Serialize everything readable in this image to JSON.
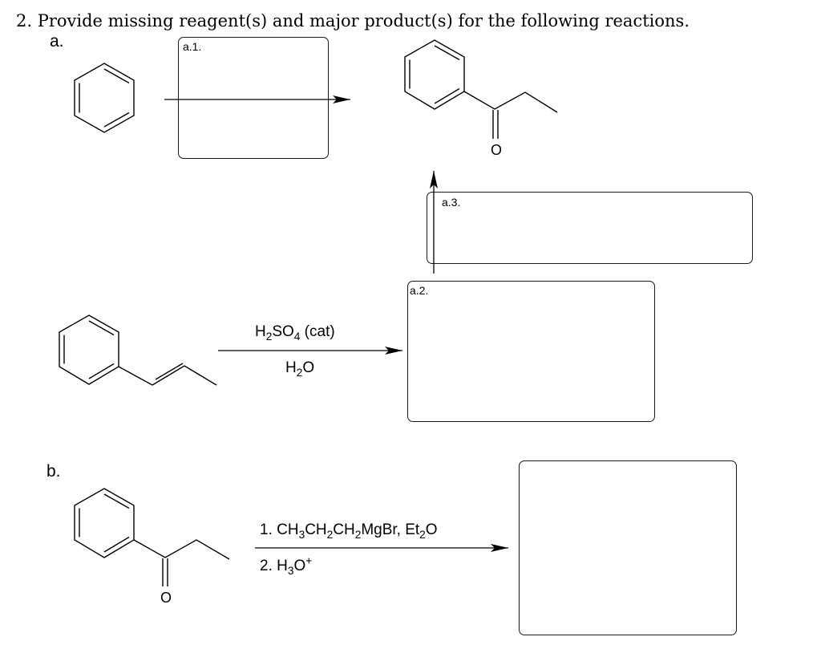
{
  "question": {
    "heading": "2.  Provide missing reagent(s) and major product(s) for the following reactions."
  },
  "part_a": {
    "label": "a.",
    "box_a1_label": "a.1.",
    "box_a2_label": "a.2.",
    "box_a3_label": "a.3.",
    "reaction_a2": {
      "reagent_top": [
        "H",
        "2",
        "SO",
        "4",
        " (cat)"
      ],
      "reagent_bottom": [
        "H",
        "2",
        "O"
      ]
    },
    "ketone_oxygen": "O"
  },
  "part_b": {
    "label": "b.",
    "step1": [
      "1. CH",
      "3",
      "CH",
      "2",
      "CH",
      "2",
      "MgBr, Et",
      "2",
      "O"
    ],
    "step2": [
      "2. H",
      "3",
      "O",
      "+"
    ],
    "ketone_oxygen": "O"
  }
}
